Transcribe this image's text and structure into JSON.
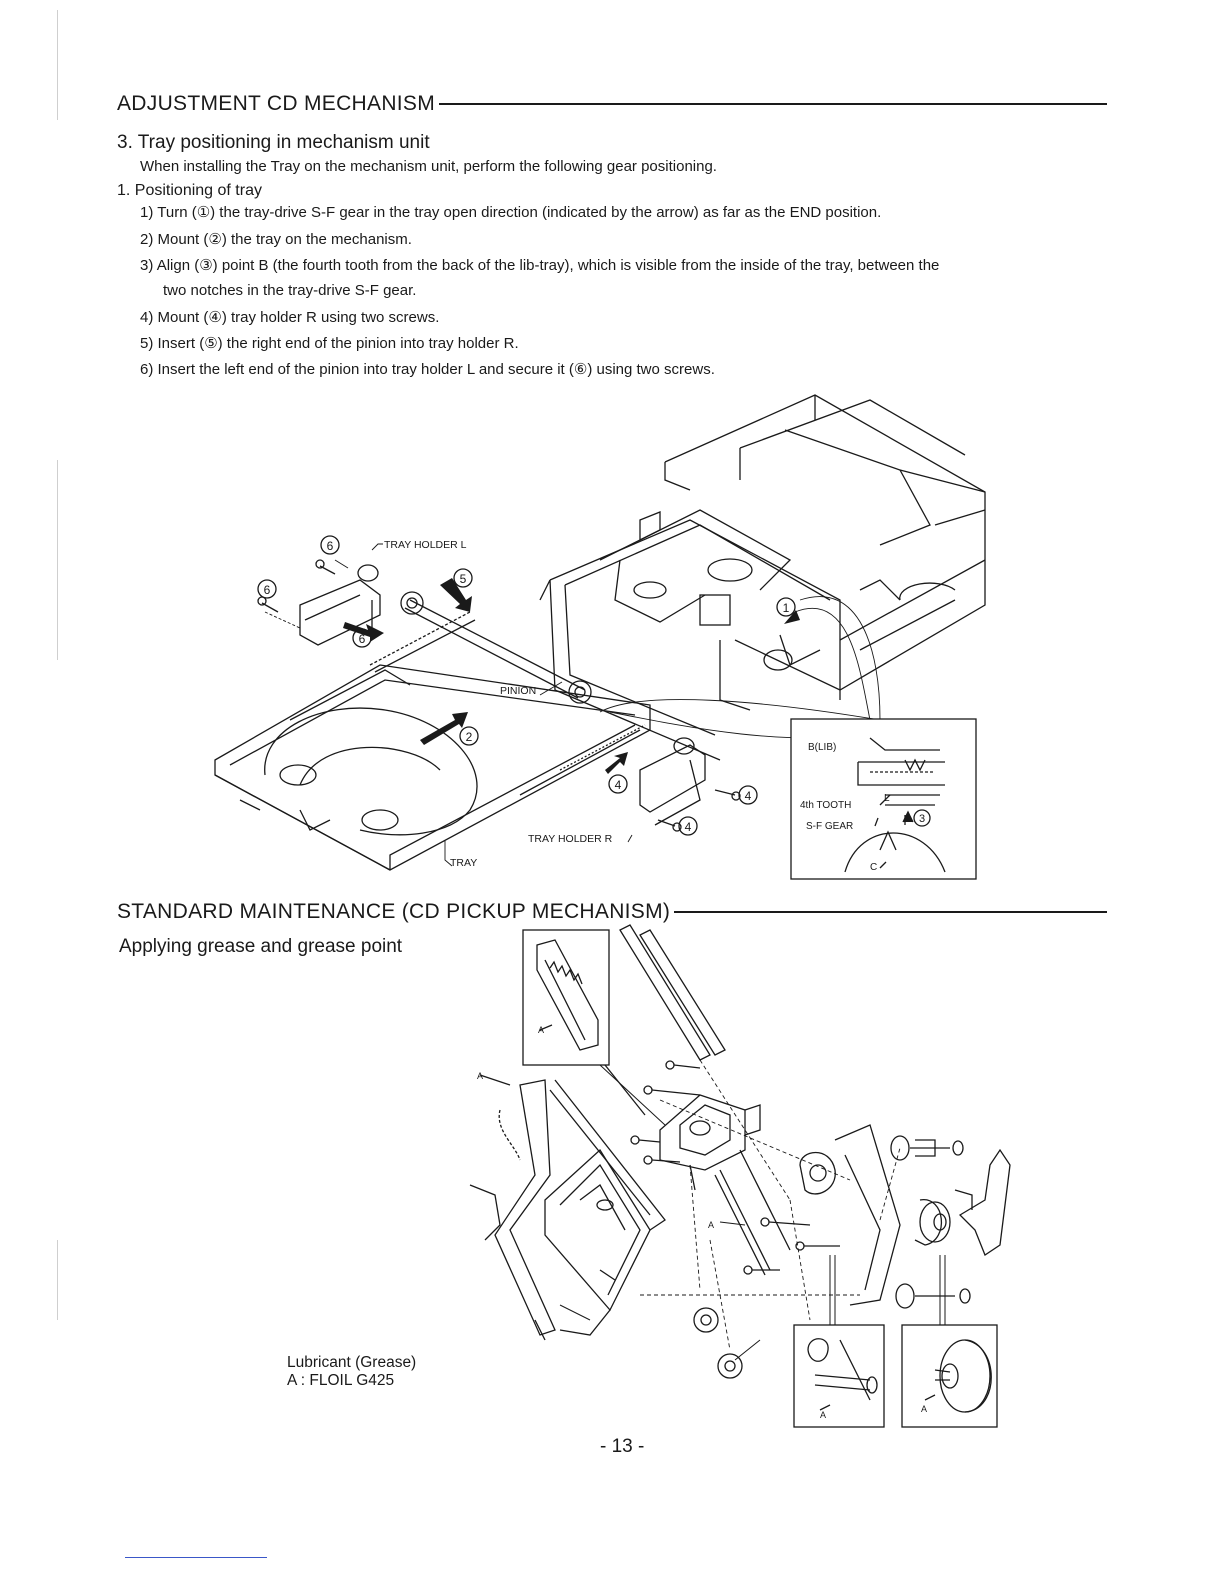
{
  "section1": {
    "heading": "ADJUSTMENT CD MECHANISM",
    "subheading": "3. Tray positioning in mechanism unit",
    "intro": "When installing the Tray on the mechanism unit, perform the following gear positioning.",
    "list_title": "1. Positioning of tray",
    "steps": [
      {
        "num": "1)",
        "line1": "Turn (①) the tray-drive S-F gear in the tray open direction (indicated by the arrow) as far as the END position.",
        "line2": ""
      },
      {
        "num": "2)",
        "line1": "Mount (②) the tray on the mechanism.",
        "line2": ""
      },
      {
        "num": "3)",
        "line1": "Align (③) point B (the fourth tooth from the back of the lib-tray), which is visible from the inside of the tray, between the",
        "line2": "two notches in the tray-drive S-F gear."
      },
      {
        "num": "4)",
        "line1": "Mount (④) tray holder R using two screws.",
        "line2": ""
      },
      {
        "num": "5)",
        "line1": "Insert (⑤) the right end of the pinion into tray holder R.",
        "line2": ""
      },
      {
        "num": "6)",
        "line1": "Insert the left end of the pinion into tray holder L and secure it (⑥) using two screws.",
        "line2": ""
      }
    ]
  },
  "figure1": {
    "labels": {
      "tray_holder_l": "TRAY HOLDER L",
      "tray_holder_r": "TRAY HOLDER R",
      "pinion": "PINION",
      "tray": "TRAY",
      "b_lib": "B(LIB)",
      "fourth_tooth": "4th TOOTH",
      "sf_gear": "S-F GEAR",
      "l": "L",
      "c": "C"
    },
    "callouts": {
      "c1": "1",
      "c2": "2",
      "c3": "3",
      "c4": "4",
      "c5": "5",
      "c6": "6"
    }
  },
  "section2": {
    "heading": "STANDARD MAINTENANCE (CD PICKUP MECHANISM)",
    "subheading": "Applying grease and grease point",
    "lubricant_line1": "Lubricant (Grease)",
    "lubricant_line2": "A : FLOIL G425",
    "grease_mark": "A"
  },
  "footer": {
    "page_number": "- 13 -"
  }
}
